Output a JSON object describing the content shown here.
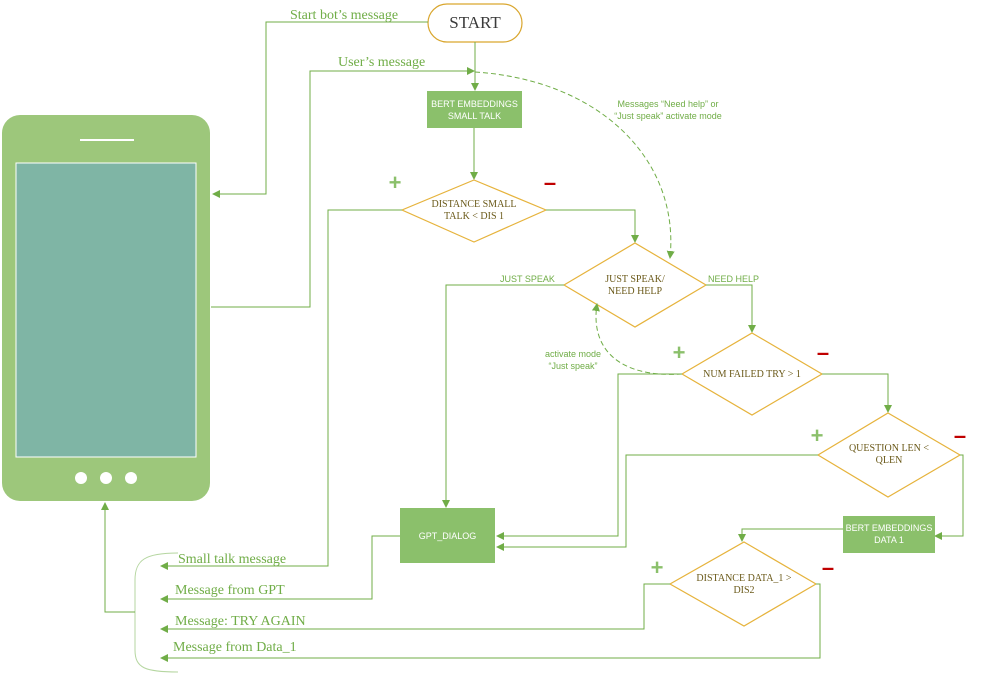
{
  "nodes": {
    "start": "START",
    "bert_small_talk": [
      "BERT EMBEDDINGS",
      "SMALL TALK"
    ],
    "distance_small_talk": [
      "DISTANCE SMALL",
      "TALK < DIS 1"
    ],
    "just_speak_need_help": [
      "JUST SPEAK/",
      "NEED HELP"
    ],
    "num_failed_try": "NUM FAILED TRY > 1",
    "question_len": [
      "QUESTION LEN <",
      "QLEN"
    ],
    "bert_data1": [
      "BERT EMBEDDINGS",
      "DATA 1"
    ],
    "distance_data1": [
      "DISTANCE DATA_1 >",
      "DIS2"
    ],
    "gpt_dialog": "GPT_DIALOG"
  },
  "labels": {
    "start_bot_message": "Start bot’s message",
    "users_message": "User’s message",
    "mode_note": [
      "Messages “Need help” or",
      "“Just speak” activate mode"
    ],
    "just_speak": "JUST SPEAK",
    "need_help": "NEED HELP",
    "activate_mode": [
      "activate mode",
      "“Just speak”"
    ],
    "plus": "+",
    "minus": "–"
  },
  "outputs": {
    "small_talk": "Small talk message",
    "gpt": "Message from GPT",
    "try_again": "Message: TRY AGAIN",
    "data1": "Message from Data_1"
  },
  "colors": {
    "green": "#70ad47",
    "box_green": "#8bc06b",
    "phone_body": "#9dc77b",
    "phone_screen": "#7fb5a5",
    "diamond_border": "#e6b33c",
    "start_border": "#d9a62e",
    "minus_red": "#c00000"
  }
}
